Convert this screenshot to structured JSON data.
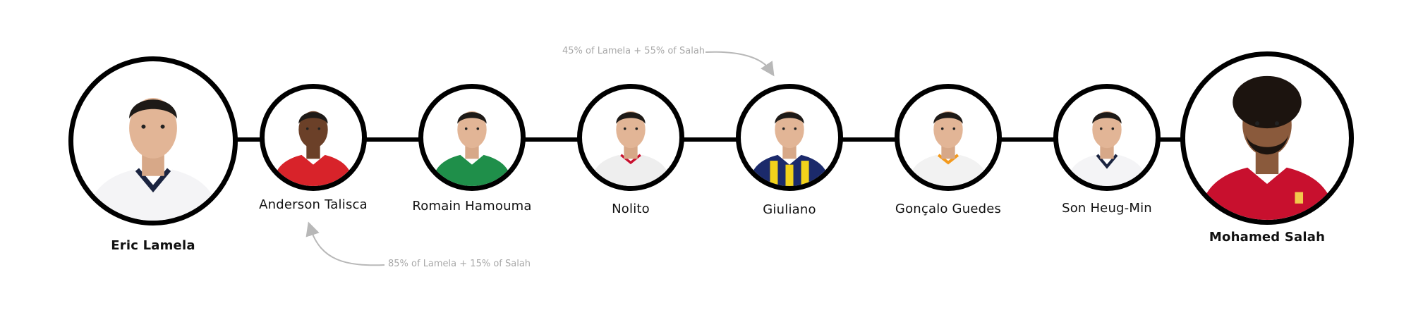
{
  "players": [
    {
      "name": "Eric Lamela",
      "kit": "spurs",
      "highlight": true
    },
    {
      "name": "Anderson Talisca",
      "kit": "red"
    },
    {
      "name": "Romain Hamouma",
      "kit": "green"
    },
    {
      "name": "Nolito",
      "kit": "sevilla"
    },
    {
      "name": "Giuliano",
      "kit": "fener"
    },
    {
      "name": "Gonçalo Guedes",
      "kit": "valencia"
    },
    {
      "name": "Son Heug-Min",
      "kit": "spurs"
    },
    {
      "name": "Mohamed Salah",
      "kit": "liverpool",
      "highlight": true
    }
  ],
  "annotations": {
    "top": "45% of Lamela + 55% of Salah",
    "bottom": "85% of Lamela + 15% of Salah"
  },
  "colors": {
    "ring": "#000000",
    "annotation": "#a8a8a8",
    "arrow": "#b8b8b8",
    "kits": {
      "spurs": "#f4f4f6",
      "red": "#d8232a",
      "green": "#1f8f4a",
      "sevilla": "#eeeeee",
      "fener": "#1b2a6b",
      "valencia": "#f2f2f2",
      "liverpool": "#c8102e"
    }
  }
}
